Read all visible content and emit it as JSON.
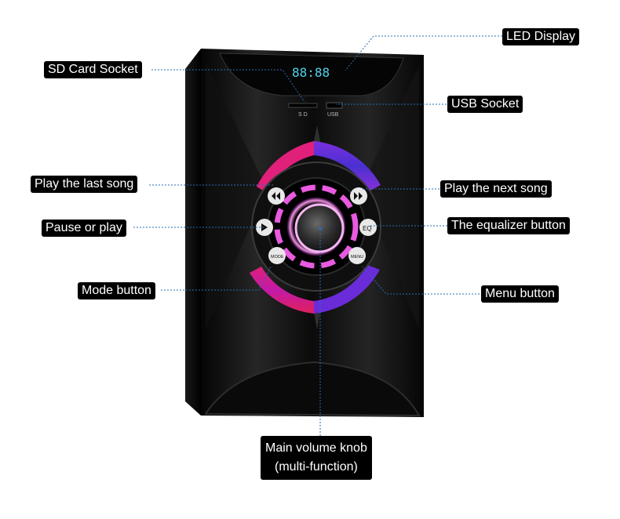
{
  "labels": {
    "led_display": "LED Display",
    "sd_card_socket": "SD Card Socket",
    "usb_socket": "USB Socket",
    "play_last_song": "Play the last song",
    "play_next_song": "Play the next song",
    "pause_or_play": "Pause or play",
    "equalizer_button": "The equalizer button",
    "mode_button": "Mode button",
    "menu_button": "Menu button",
    "volume_knob_line1": "Main volume knob",
    "volume_knob_line2": "(multi-function)"
  },
  "device": {
    "led_text": "88:88",
    "sd_text": "S D",
    "usb_text": "USB",
    "eq_text": "EQ",
    "mode_text": "MODE",
    "menu_text": "MENU"
  },
  "colors": {
    "label_bg": "#000000",
    "label_text": "#ffffff",
    "leader_line": "#2a6db5",
    "led": "#4fd1e8",
    "ring_magenta": "#e0207a",
    "ring_purple": "#6a2bd8",
    "ring_pink": "#f06ad8"
  }
}
